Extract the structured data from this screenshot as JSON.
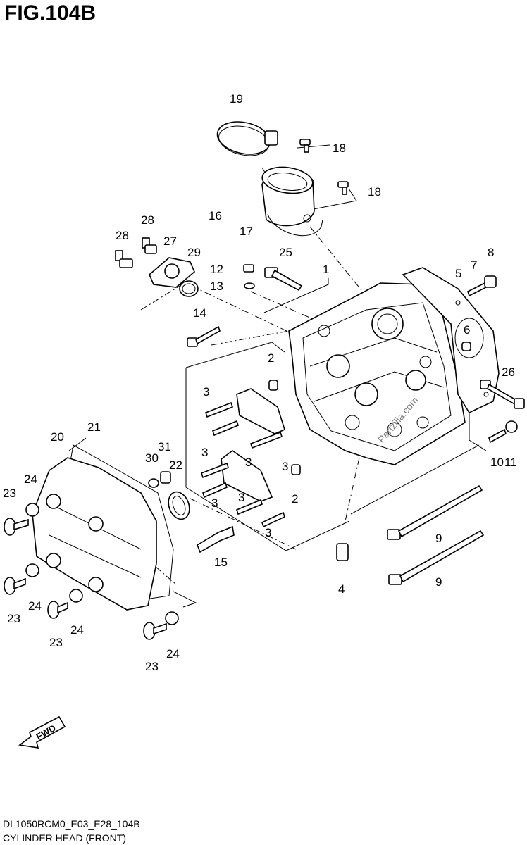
{
  "figure": {
    "title": "FIG.104B",
    "code": "DL1050RCM0_E03_E28_104B",
    "caption": "CYLINDER HEAD (FRONT)",
    "watermark": "Partzilla.com",
    "fwd_label": "FWD"
  },
  "callouts": [
    "19",
    "18",
    "18",
    "16",
    "17",
    "28",
    "28",
    "27",
    "29",
    "25",
    "12",
    "13",
    "1",
    "5",
    "7",
    "8",
    "14",
    "6",
    "26",
    "2",
    "3",
    "3",
    "3",
    "3",
    "3",
    "3",
    "3",
    "2",
    "21",
    "20",
    "31",
    "30",
    "22",
    "24",
    "23",
    "24",
    "23",
    "23",
    "24",
    "24",
    "23",
    "15",
    "4",
    "9",
    "9",
    "10",
    "11"
  ]
}
